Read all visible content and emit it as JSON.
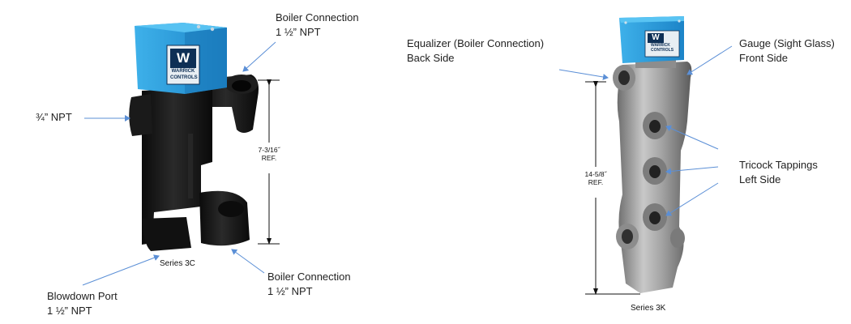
{
  "left": {
    "labels": {
      "boiler_top_1": "Boiler Connection",
      "boiler_top_2": "1 ½” NPT",
      "npt34": "¾” NPT",
      "blowdown_1": "Blowdown Port",
      "blowdown_2": "1 ½” NPT",
      "boiler_bot_1": "Boiler Connection",
      "boiler_bot_2": "1 ½” NPT"
    },
    "dimension_1": "7-3/16˝",
    "dimension_2": "REF.",
    "series": "Series 3C",
    "logo_mark": "W",
    "logo_line1": "WARRICK",
    "logo_line2": "CONTROLS"
  },
  "right": {
    "labels": {
      "equalizer_1": "Equalizer (Boiler Connection)",
      "equalizer_2": "Back Side",
      "gauge_1": "Gauge (Sight Glass)",
      "gauge_2": "Front Side",
      "tricock_1": "Tricock Tappings",
      "tricock_2": "Left Side"
    },
    "dimension_1": "14-5/8˝",
    "dimension_2": "REF.",
    "series": "Series 3K",
    "logo_mark": "W",
    "logo_line1": "WARRICK",
    "logo_line2": "CONTROLS"
  },
  "colors": {
    "arrow": "#5b8fd6",
    "blue_box": "#2f9fdc",
    "black_body": "#151515",
    "steel": "#9a9a9a"
  }
}
